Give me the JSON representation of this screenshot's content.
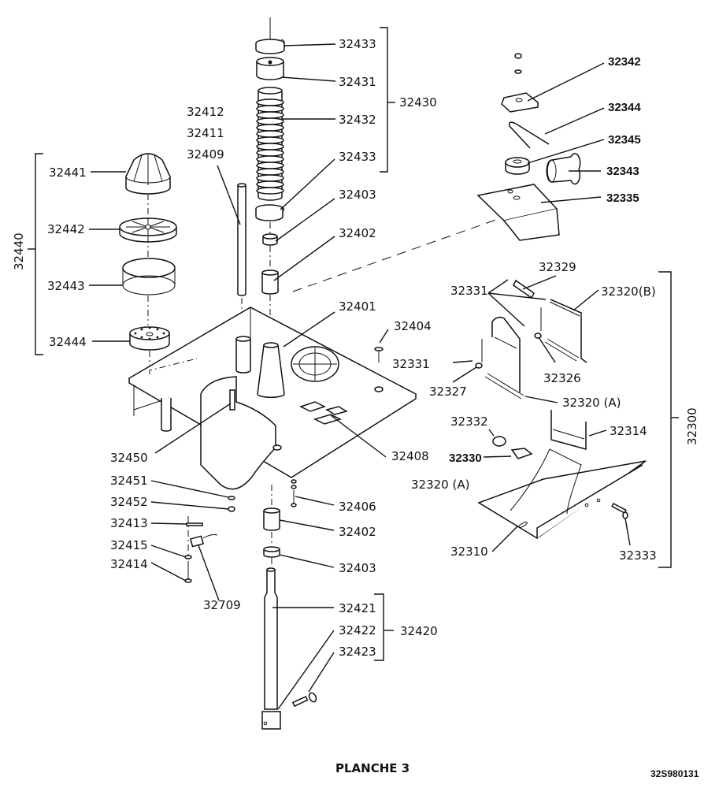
{
  "sheet": {
    "title": "PLANCHE 3",
    "reference": "32S980131"
  },
  "groups": {
    "g32430": {
      "label": "32430",
      "parts": [
        "32433",
        "32431",
        "32432",
        "32433"
      ]
    },
    "g32440": {
      "label": "32440",
      "parts": [
        "32441",
        "32442",
        "32443",
        "32444"
      ]
    },
    "g32420": {
      "label": "32420",
      "parts": [
        "32421",
        "32422",
        "32423"
      ]
    },
    "g32300": {
      "label": "32300",
      "parts": [
        "32329",
        "32331",
        "32320(B)",
        "32326",
        "32327",
        "32320 (A)",
        "32332",
        "32314",
        "32330",
        "32310",
        "32333"
      ]
    }
  },
  "labels": {
    "p32433a": "32433",
    "p32431": "32431",
    "p32432": "32432",
    "p32433b": "32433",
    "p32412": "32412",
    "p32411": "32411",
    "p32409": "32409",
    "p32403a": "32403",
    "p32402a": "32402",
    "p32401": "32401",
    "p32404": "32404",
    "p32441": "32441",
    "p32442": "32442",
    "p32443": "32443",
    "p32444": "32444",
    "p32450": "32450",
    "p32451": "32451",
    "p32452": "32452",
    "p32413": "32413",
    "p32415": "32415",
    "p32414": "32414",
    "p32709": "32709",
    "p32406": "32406",
    "p32402b": "32402",
    "p32403b": "32403",
    "p32408": "32408",
    "p32421": "32421",
    "p32422": "32422",
    "p32423": "32423",
    "p32342": "32342",
    "p32344": "32344",
    "p32345": "32345",
    "p32343": "32343",
    "p32335": "32335",
    "p32329": "32329",
    "p32331a": "32331",
    "p32320b": "32320(B)",
    "p32331b": "32331",
    "p32326": "32326",
    "p32327": "32327",
    "p32320a": "32320 (A)",
    "p32332": "32332",
    "p32314": "32314",
    "p32330": "32330",
    "p32320a2": "32320 (A)",
    "p32310": "32310",
    "p32333": "32333"
  }
}
